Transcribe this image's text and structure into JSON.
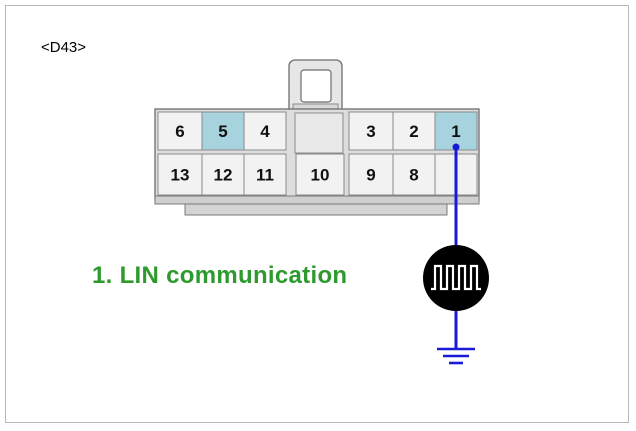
{
  "connector": {
    "label": "<D43>"
  },
  "pins": [
    {
      "id": "6",
      "label": "6",
      "highlighted": false
    },
    {
      "id": "5",
      "label": "5",
      "highlighted": true
    },
    {
      "id": "4",
      "label": "4",
      "highlighted": false
    },
    {
      "id": "3",
      "label": "3",
      "highlighted": false
    },
    {
      "id": "2",
      "label": "2",
      "highlighted": false
    },
    {
      "id": "1",
      "label": "1",
      "highlighted": true
    },
    {
      "id": "13",
      "label": "13",
      "highlighted": false
    },
    {
      "id": "12",
      "label": "12",
      "highlighted": false
    },
    {
      "id": "11",
      "label": "11",
      "highlighted": false
    },
    {
      "id": "10",
      "label": "10",
      "highlighted": false
    },
    {
      "id": "9",
      "label": "9",
      "highlighted": false
    },
    {
      "id": "8",
      "label": "8",
      "highlighted": false
    },
    {
      "id": "7",
      "label": "",
      "highlighted": false
    }
  ],
  "caption": {
    "text": "1. LIN communication"
  },
  "colors": {
    "highlight": "#a7d3de",
    "pin_bg": "#f2f2f2",
    "housing": "#d6d6d6",
    "wire": "#1a1ad8",
    "caption": "#2e9a2e"
  },
  "icons": {
    "signal": "square-wave-icon",
    "ground": "ground-icon"
  }
}
